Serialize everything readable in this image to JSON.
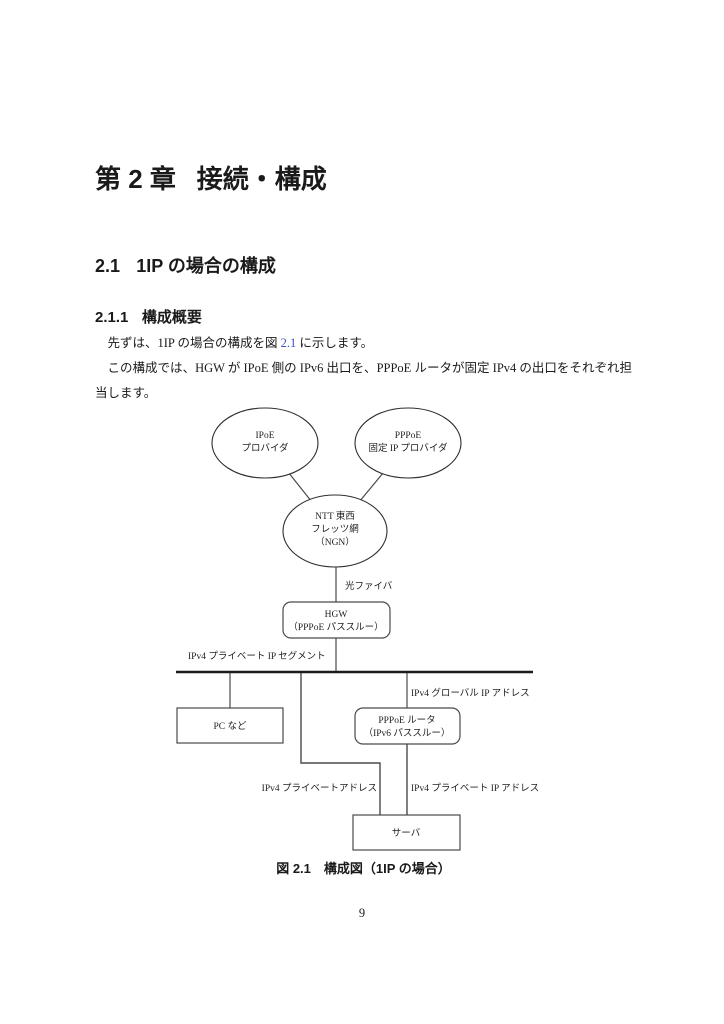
{
  "document": {
    "chapter": {
      "number": "第 2 章",
      "title": "接続・構成"
    },
    "section": {
      "number": "2.1",
      "title": "1IP の場合の構成"
    },
    "subsection": {
      "number": "2.1.1",
      "title": "構成概要"
    },
    "para1": {
      "pre": "先ずは、1IP の場合の構成を図 ",
      "link": "2.1",
      "post": " に示します。"
    },
    "para2": "この構成では、HGW が IPoE 側の IPv6 出口を、PPPoE ルータが固定 IPv4 の出口をそれぞれ担当します。",
    "page_number": "9"
  },
  "figure": {
    "caption": "図 2.1　構成図（1IP の場合）",
    "nodes": {
      "ipoe": [
        "IPoE",
        "プロバイダ"
      ],
      "pppoe": [
        "PPPoE",
        "固定 IP プロバイダ"
      ],
      "ngn": [
        "NTT 東西",
        "フレッツ網",
        "（NGN）"
      ],
      "hgw": [
        "HGW",
        "（PPPoE パススルー）"
      ],
      "pc": [
        "PC など"
      ],
      "router": [
        "PPPoE ルータ",
        "（IPv6 パススルー）"
      ],
      "server": [
        "サーバ"
      ]
    },
    "labels": {
      "fiber": "光ファイバ",
      "segment": "IPv4 プライベート IP セグメント",
      "global_ip": "IPv4 グローバル IP アドレス",
      "private_addr": "IPv4 プライベートアドレス",
      "private_ip_addr": "IPv4 プライベート IP アドレス"
    }
  },
  "colors": {
    "link_blue": "#4050c8",
    "line_gray": "#4a4a4a",
    "bus_black": "#1c1c1c"
  }
}
